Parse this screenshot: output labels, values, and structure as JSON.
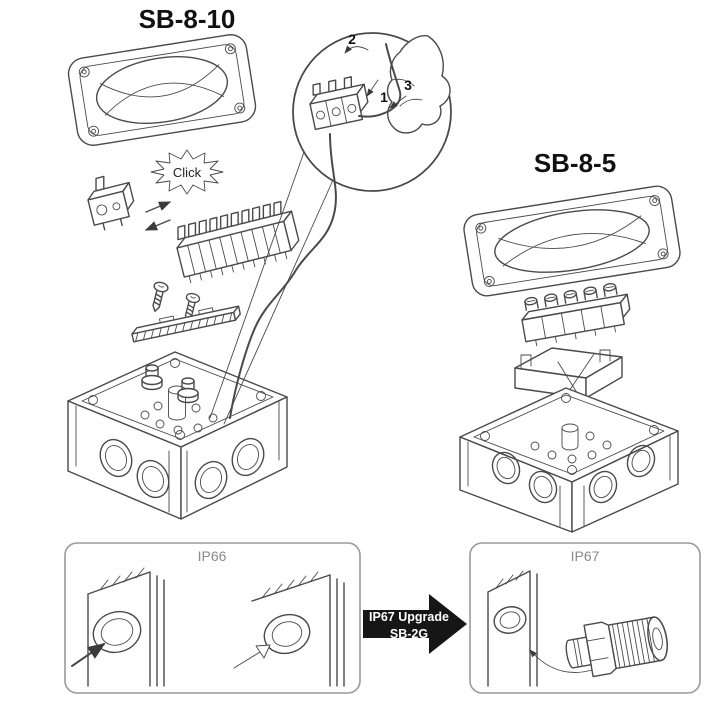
{
  "page": {
    "background": "#ffffff",
    "line_color": "#4a4a4a",
    "accent_black": "#161616"
  },
  "titles": {
    "left_assembly": "SB-8-10",
    "right_assembly": "SB-8-5"
  },
  "callouts": {
    "click": "Click",
    "steps": [
      "1",
      "2",
      "3"
    ]
  },
  "bottom": {
    "left_rating": "IP66",
    "right_rating": "IP67",
    "upgrade_line1": "IP67 Upgrade",
    "upgrade_line2": "SB-2G"
  }
}
